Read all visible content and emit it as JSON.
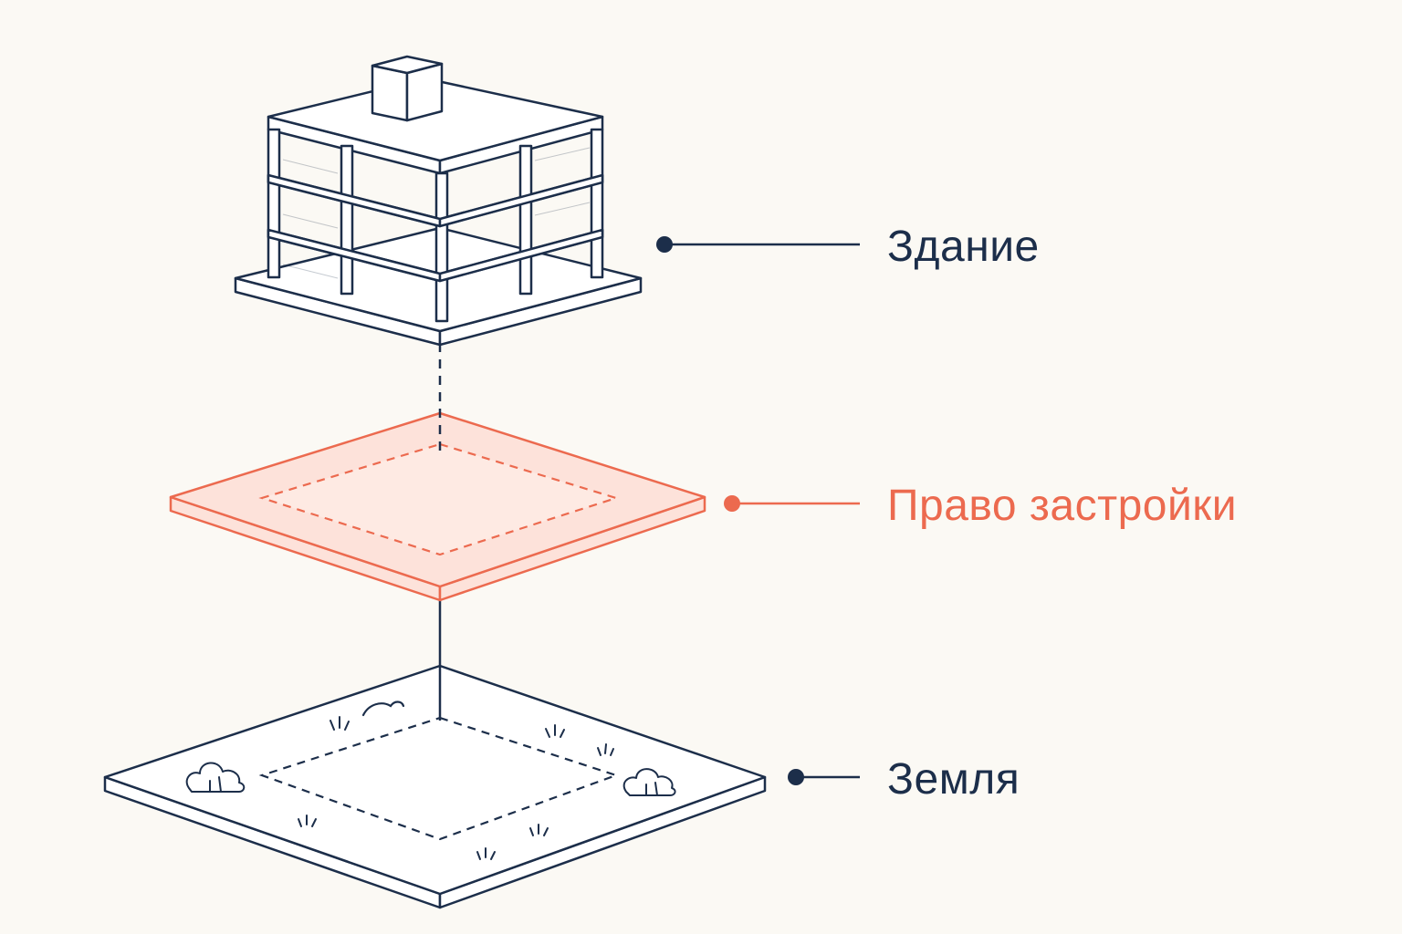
{
  "layers": {
    "building": {
      "label": "Здание"
    },
    "right": {
      "label": "Право застройки"
    },
    "land": {
      "label": "Земля"
    }
  },
  "colors": {
    "background": "#fbf9f4",
    "navy": "#1c2e4a",
    "accent": "#ec6a4f",
    "accent_fill": "#fde2da",
    "accent_fill_light": "#fff1ec"
  }
}
